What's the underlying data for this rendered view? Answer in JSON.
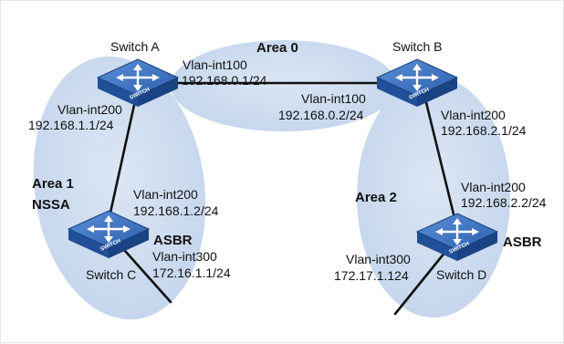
{
  "areas": {
    "area0": "Area 0",
    "area1_line1": "Area 1",
    "area1_line2": "NSSA",
    "area2": "Area 2"
  },
  "switches": {
    "a": {
      "name": "Switch A",
      "badge": "SWITCH"
    },
    "b": {
      "name": "Switch B",
      "badge": "SWITCH"
    },
    "c": {
      "name": "Switch C",
      "badge": "SWITCH",
      "role": "ASBR"
    },
    "d": {
      "name": "Switch D",
      "badge": "SWITCH",
      "role": "ASBR"
    }
  },
  "interfaces": {
    "a_vlan100": {
      "name": "Vlan-int100",
      "ip": "192.168.0.1/24"
    },
    "b_vlan100": {
      "name": "Vlan-int100",
      "ip": "192.168.0.2/24"
    },
    "a_vlan200": {
      "name": "Vlan-int200",
      "ip": "192.168.1.1/24"
    },
    "c_vlan200": {
      "name": "Vlan-int200",
      "ip": "192.168.1.2/24"
    },
    "c_vlan300": {
      "name": "Vlan-int300",
      "ip": "172.16.1.1/24"
    },
    "b_vlan200": {
      "name": "Vlan-int200",
      "ip": "192.168.2.1/24"
    },
    "d_vlan200": {
      "name": "Vlan-int200",
      "ip": "192.168.2.2/24"
    },
    "d_vlan300": {
      "name": "Vlan-int300",
      "ip": "172.17.1.124"
    }
  },
  "colors": {
    "area_fill": "#c9d9ee",
    "switch_top": "#3d74c2",
    "switch_side": "#1f4f96",
    "link": "#111111"
  }
}
